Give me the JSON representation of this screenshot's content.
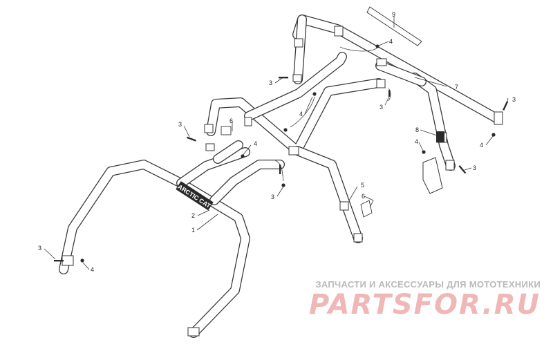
{
  "callouts": [
    "1",
    "2",
    "3",
    "4",
    "5",
    "6",
    "7",
    "8",
    "9"
  ],
  "decal_text": "ARCTIC CAT",
  "watermark": {
    "subtitle": "ЗАПЧАСТИ И АКСЕССУАРЫ ДЛЯ МОТОТЕХНИКИ",
    "logo": "PARTSFOR.RU",
    "color": "#f0b7b7"
  }
}
